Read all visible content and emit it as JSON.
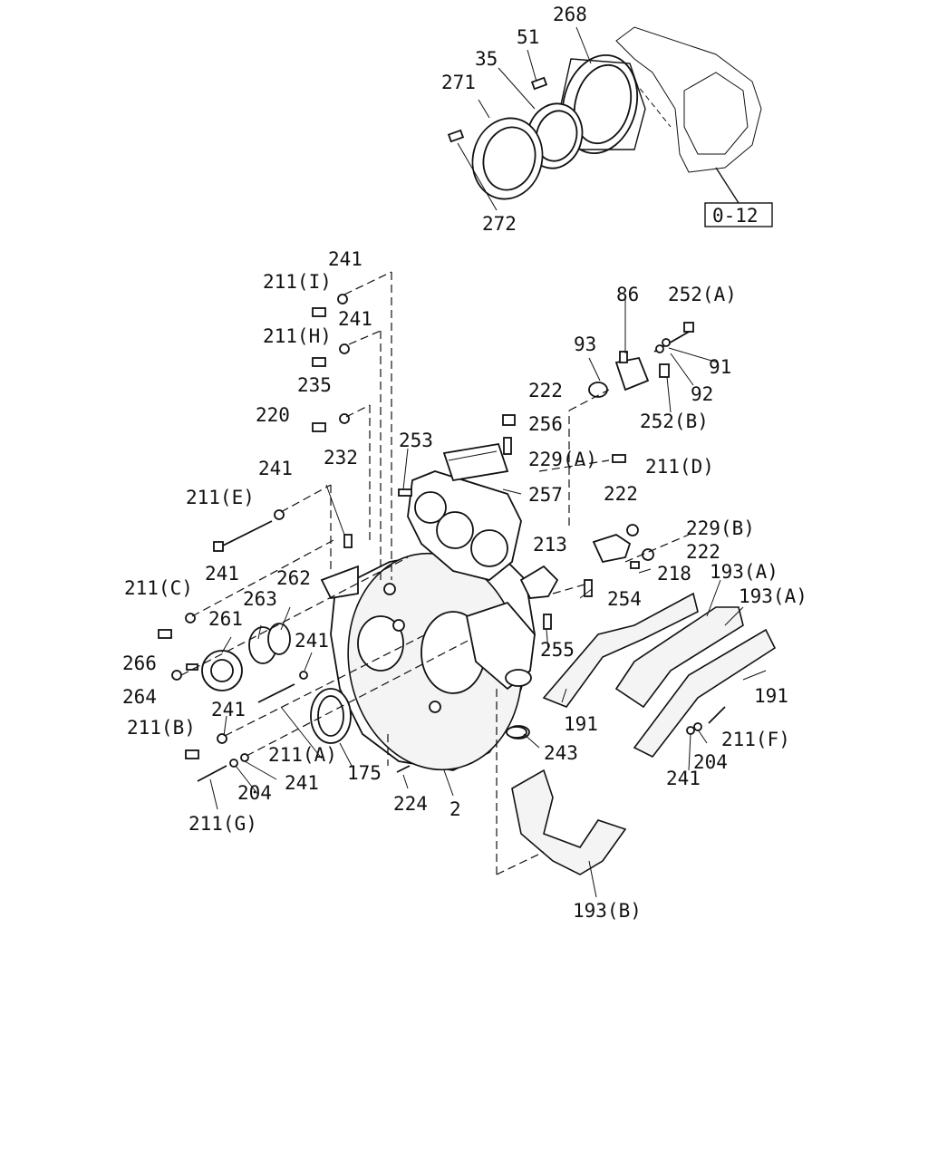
{
  "diagram": {
    "reference_box": "0-12",
    "callouts": [
      "268",
      "51",
      "35",
      "271",
      "272",
      "241",
      "211(I)",
      "241",
      "211(H)",
      "235",
      "220",
      "86",
      "252(A)",
      "93",
      "91",
      "92",
      "252(B)",
      "222",
      "256",
      "229(A)",
      "211(D)",
      "253",
      "232",
      "257",
      "241",
      "211(E)",
      "222",
      "229(B)",
      "222",
      "213",
      "218",
      "193(A)",
      "193(A)",
      "211(C)",
      "241",
      "262",
      "263",
      "261",
      "254",
      "266",
      "264",
      "241",
      "255",
      "191",
      "191",
      "241",
      "243",
      "211(B)",
      "211(A)",
      "211(F)",
      "204",
      "241",
      "175",
      "204",
      "241",
      "224",
      "2",
      "211(G)",
      "193(B)"
    ]
  }
}
